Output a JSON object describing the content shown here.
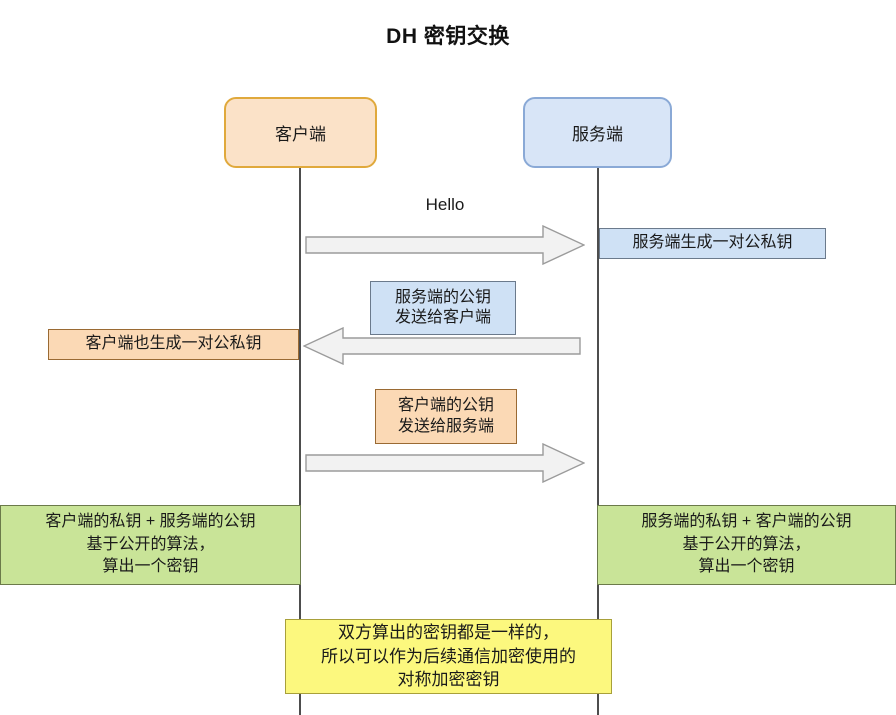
{
  "title": "DH 密钥交换",
  "participants": [
    {
      "name": "客户端",
      "role": "client"
    },
    {
      "name": "服务端",
      "role": "server"
    }
  ],
  "messages": [
    {
      "id": "hello",
      "label": "Hello",
      "direction": "right",
      "style": "plain"
    },
    {
      "id": "server-pubkey-to-client",
      "label_lines": [
        "服务端的公钥",
        "发送给客户端"
      ],
      "direction": "left",
      "style": "boxed-blue"
    },
    {
      "id": "client-pubkey-to-server",
      "label_lines": [
        "客户端的公钥",
        "发送给服务端"
      ],
      "direction": "right",
      "style": "boxed-orange"
    }
  ],
  "notes": [
    {
      "id": "server-generates-keypair",
      "side": "server",
      "color": "blue",
      "lines": [
        "服务端生成一对公私钥"
      ]
    },
    {
      "id": "client-generates-keypair",
      "side": "client",
      "color": "orange",
      "lines": [
        "客户端也生成一对公私钥"
      ]
    },
    {
      "id": "client-derives-secret",
      "side": "client",
      "color": "green",
      "lines": [
        "客户端的私钥 + 服务端的公钥",
        "基于公开的算法，",
        "算出一个密钥"
      ]
    },
    {
      "id": "server-derives-secret",
      "side": "server",
      "color": "green",
      "lines": [
        "服务端的私钥 +  客户端的公钥",
        "基于公开的算法，",
        "算出一个密钥"
      ]
    },
    {
      "id": "shared-secret-conclusion",
      "side": "center",
      "color": "yellow",
      "lines": [
        "双方算出的密钥都是一样的，",
        "所以可以作为后续通信加密使用的",
        "对称加密密钥"
      ]
    }
  ],
  "colors": {
    "client_fill": "#fbe2c8",
    "client_stroke": "#e0a93c",
    "server_fill": "#d8e5f7",
    "server_stroke": "#8aa9d6",
    "note_blue_fill": "#cfe1f5",
    "note_orange_fill": "#fbd9b5",
    "note_green_fill": "#c9e498",
    "note_yellow_fill": "#fcf87e",
    "arrow_fill": "#f2f2f2",
    "arrow_stroke": "#9b9b9b",
    "lifeline": "#4d4d4d"
  }
}
